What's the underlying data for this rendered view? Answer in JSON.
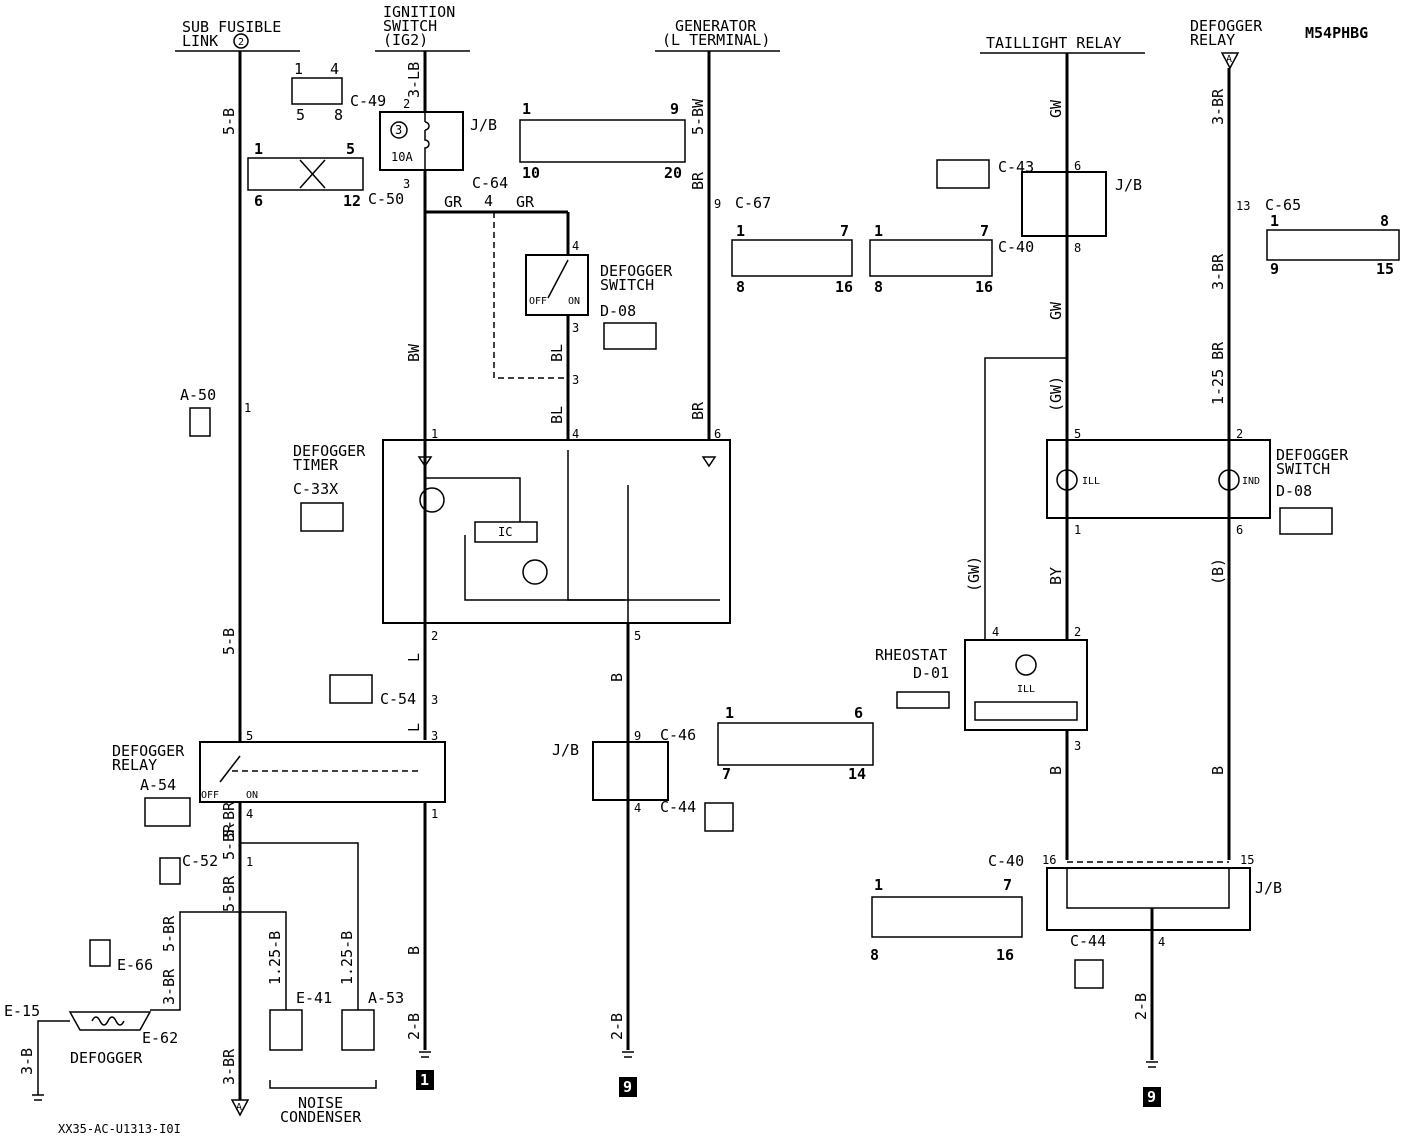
{
  "diagram_id": "M54PHBG",
  "footer_code": "XX35-AC-U1313-I0I",
  "sources": {
    "sub_fusible_link": [
      "SUB FUSIBLE",
      "LINK",
      "2"
    ],
    "ignition_switch": [
      "IGNITION",
      "SWITCH",
      "(IG2)"
    ],
    "generator": [
      "GENERATOR",
      "(L TERMINAL)"
    ],
    "taillight_relay": "TAILLIGHT RELAY",
    "defogger_relay_top": [
      "DEFOGGER",
      "RELAY",
      "A"
    ]
  },
  "wires": {
    "w_5b": "5-B",
    "w_3lb": "3-LB",
    "w_gr": "GR",
    "w_bw": "BW",
    "w_bl": "BL",
    "w_5bw": "5-BW",
    "w_br": "BR",
    "w_l": "L",
    "w_b": "B",
    "w_2b": "2-B",
    "w_5br": "5-BR",
    "w_3br": "3-BR",
    "w_125b": "1.25-B",
    "w_3b": "3-B",
    "w_gw": "GW",
    "w_gw_p": "(GW)",
    "w_by": "BY",
    "w_b_p": "(B)",
    "w_125br": "1-25 BR"
  },
  "components": {
    "jb": "J/B",
    "fuse_no": "3",
    "fuse_amp": "10A",
    "defogger_switch": [
      "DEFOGGER",
      "SWITCH"
    ],
    "defogger_switch_right": [
      "DEFOGGER",
      "SWITCH"
    ],
    "defogger_timer": [
      "DEFOGGER",
      "TIMER"
    ],
    "defogger_relay": [
      "DEFOGGER",
      "RELAY"
    ],
    "rheostat": "RHEOSTAT",
    "defogger": "DEFOGGER",
    "noise_condenser": [
      "NOISE",
      "CONDENSER"
    ],
    "ic": "IC",
    "ill": "ILL",
    "ind": "IND",
    "off": "OFF",
    "on": "ON"
  },
  "connectors": {
    "c49": "C-49",
    "c50": "C-50",
    "c64": "C-64",
    "c67": "C-67",
    "c43": "C-43",
    "c40": "C-40",
    "c65": "C-65",
    "d08": "D-08",
    "a50": "A-50",
    "c33x": "C-33X",
    "c54": "C-54",
    "a54": "A-54",
    "c52": "C-52",
    "e66": "E-66",
    "e15": "E-15",
    "e62": "E-62",
    "e41": "E-41",
    "a53": "A-53",
    "c46": "C-46",
    "c44": "C-44",
    "d01": "D-01"
  },
  "ground_points": [
    "1",
    "9",
    "9"
  ]
}
